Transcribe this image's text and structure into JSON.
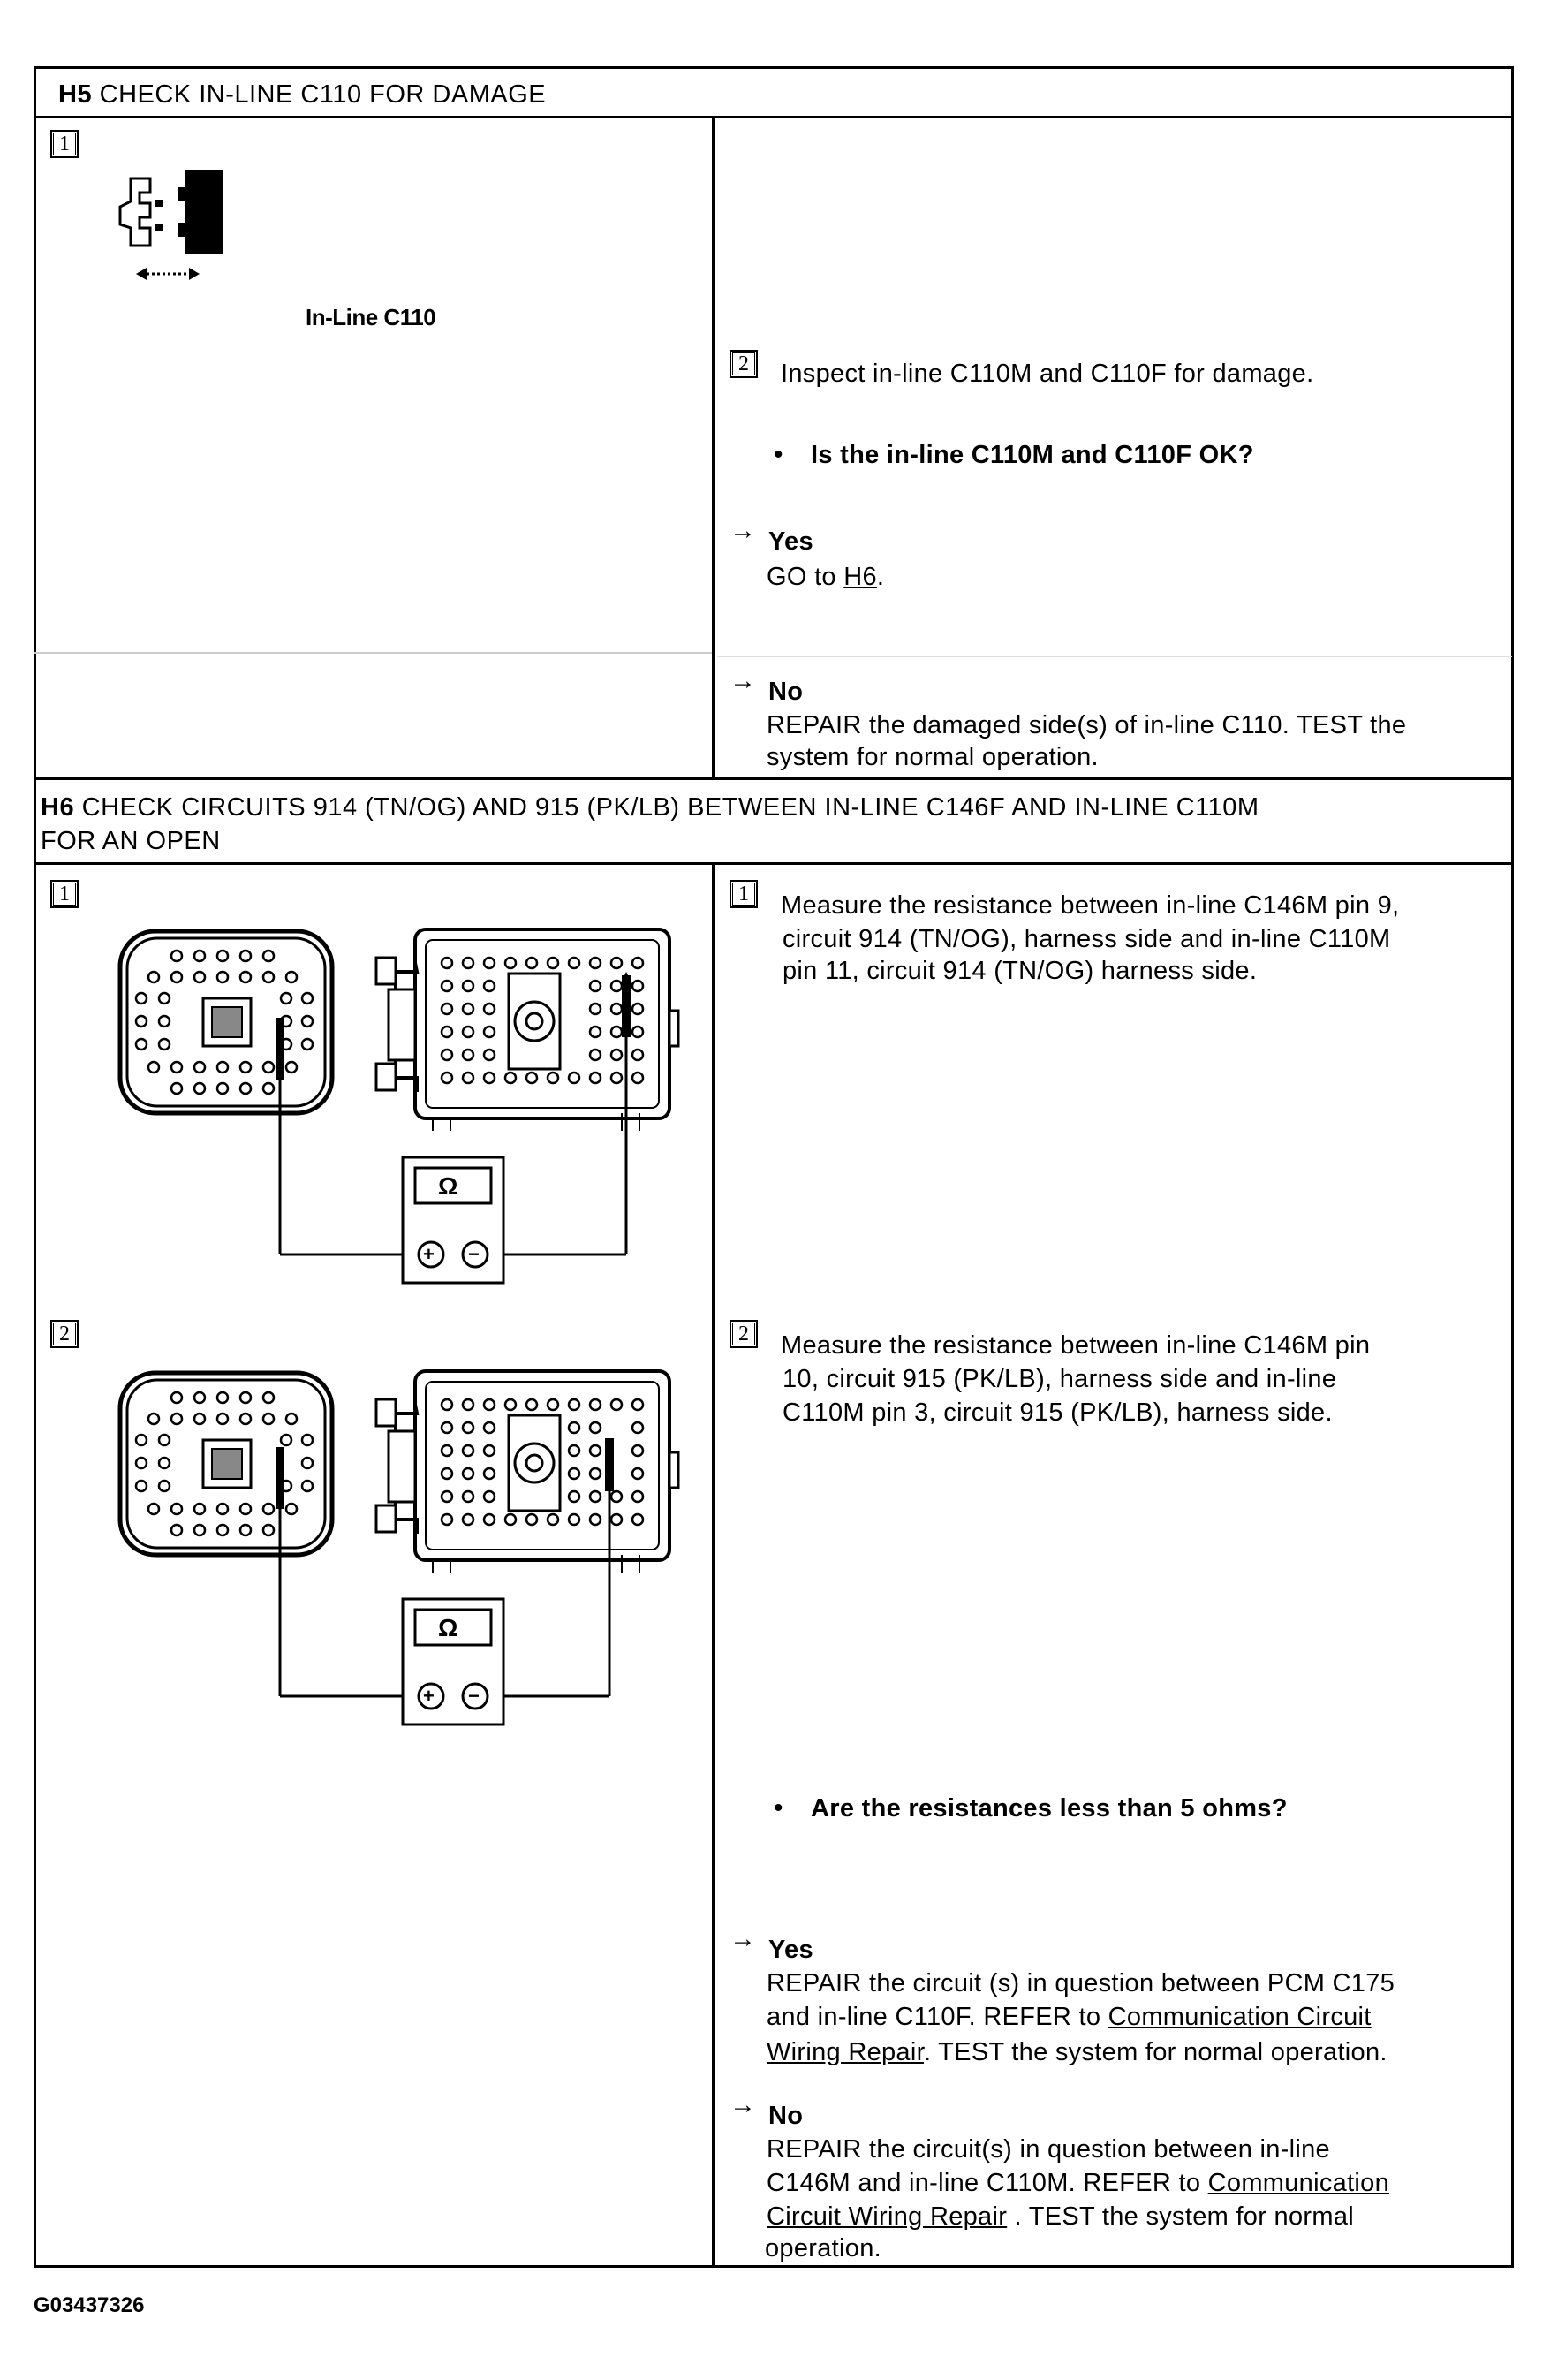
{
  "h5": {
    "step_id": "H5",
    "title": "CHECK IN-LINE C110 FOR DAMAGE",
    "fig_step": "1",
    "fig_caption": "In-Line C110",
    "step2_num": "2",
    "step2_text": "Inspect in-line C110M and C110F for damage.",
    "question": "Is the in-line C110M and C110F OK?",
    "yes_label": "Yes",
    "yes_text_prefix": "GO to ",
    "yes_link": "H6",
    "yes_text_suffix": ".",
    "no_label": "No",
    "no_text_1": "REPAIR the damaged side(s) of in-line C110. TEST the",
    "no_text_2": "system for normal operation."
  },
  "h6": {
    "step_id": "H6",
    "title_1": "CHECK CIRCUITS 914 (TN/OG) AND 915 (PK/LB) BETWEEN IN-LINE C146F AND IN-LINE C110M",
    "title_2": "FOR AN OPEN",
    "fig1_step": "1",
    "fig2_step": "2",
    "meter_symbol": "Ω",
    "meter_plus": "+",
    "meter_minus": "−",
    "step1_num": "1",
    "step1_lines": [
      "Measure the resistance between in-line C146M pin 9,",
      "circuit 914 (TN/OG), harness side and in-line C110M",
      "pin 11, circuit 914 (TN/OG) harness side."
    ],
    "step2_num": "2",
    "step2_lines": [
      "Measure the resistance between in-line C146M pin",
      "10, circuit 915 (PK/LB), harness side and in-line",
      "C110M pin 3, circuit 915 (PK/LB), harness side."
    ],
    "question": "Are the resistances less than 5 ohms?",
    "yes_label": "Yes",
    "yes_line_1": "REPAIR the circuit (s) in question between PCM C175",
    "yes_line_2_prefix": "and in-line C110F. REFER to ",
    "yes_link_1": "Communication Circuit",
    "yes_link_2": "Wiring Repair",
    "yes_line_3_suffix": ". TEST the system for normal operation.",
    "no_label": "No",
    "no_line_1": "REPAIR the circuit(s) in question between in-line",
    "no_line_2_prefix": "C146M and in-line C110M. REFER to ",
    "no_link_1": "Communication",
    "no_link_2": "Circuit Wiring Repair",
    "no_line_3_suffix": " . TEST the system for normal",
    "no_line_4": "operation."
  },
  "footer": {
    "figure_id": "G03437326"
  }
}
